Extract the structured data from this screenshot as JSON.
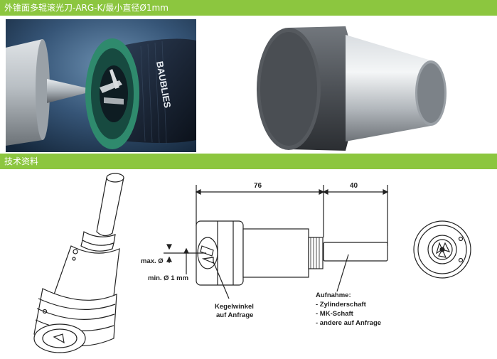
{
  "header": {
    "title": "外锥面多辊滚光刀-ARG-K/最小直径Ø1mm"
  },
  "section": {
    "title": "技术资料"
  },
  "photo_left": {
    "brand": "BAUBLIES"
  },
  "drawing": {
    "dim_a": "76",
    "dim_b": "40",
    "max_label": "max. Ø",
    "min_label": "min. Ø 1 mm",
    "angle_label_1": "Kegelwinkel",
    "angle_label_2": "auf Anfrage",
    "shank_title": "Aufnahme:",
    "shank_opt1": "- Zylinderschaft",
    "shank_opt2": "- MK-Schaft",
    "shank_opt3": "- andere auf Anfrage"
  },
  "colors": {
    "bar": "#8cc63f"
  }
}
